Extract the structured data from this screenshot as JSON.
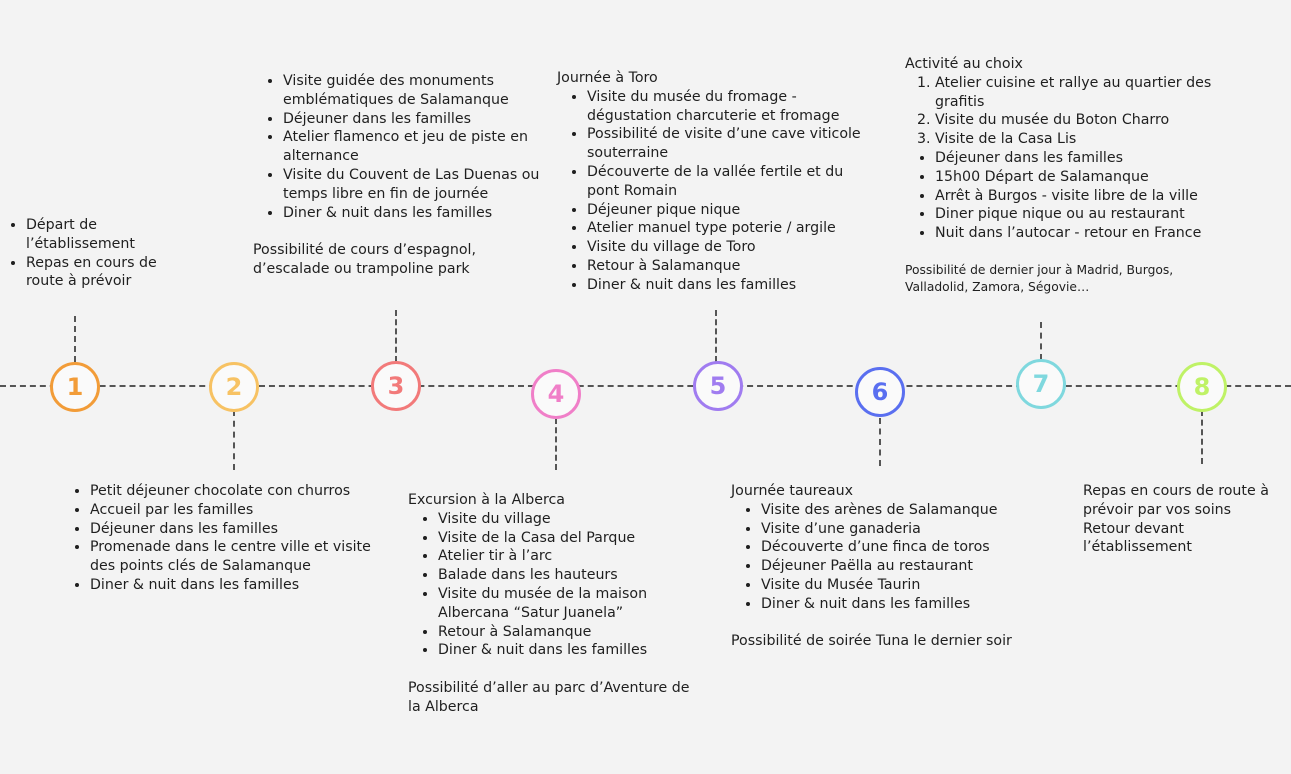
{
  "steps": [
    {
      "number": "1",
      "color": "#f29c38"
    },
    {
      "number": "2",
      "color": "#f7c263"
    },
    {
      "number": "3",
      "color": "#f27a7a"
    },
    {
      "number": "4",
      "color": "#f07fc8"
    },
    {
      "number": "5",
      "color": "#a07cf0"
    },
    {
      "number": "6",
      "color": "#5a6ff0"
    },
    {
      "number": "7",
      "color": "#7fd8de"
    },
    {
      "number": "8",
      "color": "#bff266"
    }
  ],
  "day1": {
    "items": [
      "Départ de l’établissement",
      "Repas en cours de route à prévoir"
    ]
  },
  "day2": {
    "items": [
      "Petit déjeuner chocolate con churros",
      "Accueil par les familles",
      "Déjeuner dans les familles",
      "Promenade dans le centre ville et visite des points clés de Salamanque",
      "Diner & nuit dans les familles"
    ]
  },
  "day3": {
    "items": [
      "Visite guidée des monuments emblématiques de Salamanque",
      "Déjeuner dans les familles",
      "Atelier flamenco et jeu de piste en alternance",
      "Visite du Couvent de Las Duenas ou temps libre en fin de journée",
      "Diner & nuit dans les familles"
    ],
    "note": "Possibilité de cours d’espagnol, d’escalade ou trampoline park"
  },
  "day4": {
    "heading": "Excursion à la Alberca",
    "items": [
      "Visite du village",
      "Visite de la Casa del Parque",
      "Atelier tir à l’arc",
      "Balade dans les hauteurs",
      "Visite du musée de la maison Albercana “Satur Juanela”",
      "Retour à Salamanque",
      "Diner & nuit dans les familles"
    ],
    "note": "Possibilité d’aller au parc d’Aventure de la Alberca"
  },
  "day5": {
    "heading": "Journée à Toro",
    "items": [
      "Visite du musée du fromage - dégustation charcuterie et fromage",
      "Possibilité de visite d’une cave viticole souterraine",
      "Découverte de la vallée fertile et du pont Romain",
      "Déjeuner pique nique",
      "Atelier manuel type poterie / argile",
      "Visite du village de Toro",
      "Retour à Salamanque",
      "Diner & nuit dans les familles"
    ]
  },
  "day6": {
    "heading": "Journée taureaux",
    "items": [
      "Visite des arènes de Salamanque",
      "Visite d’une ganaderia",
      "Découverte d’une finca de toros",
      "Déjeuner Paëlla au restaurant",
      "Visite du Musée Taurin",
      "Diner & nuit dans les familles"
    ],
    "note": "Possibilité de soirée Tuna le dernier soir"
  },
  "day7": {
    "heading": "Activité au choix",
    "options": [
      "Atelier cuisine et rallye au quartier des grafitis",
      "Visite du musée du Boton Charro",
      "Visite de la Casa Lis"
    ],
    "items": [
      "Déjeuner dans les familles",
      "15h00 Départ de Salamanque",
      "Arrêt à Burgos - visite libre de la ville",
      "Diner pique nique ou au restaurant",
      "Nuit dans l’autocar - retour en France"
    ],
    "note": "Possibilité de dernier jour à Madrid, Burgos, Valladolid, Zamora, Ségovie…"
  },
  "day8": {
    "lines": [
      "Repas en cours de route à prévoir par vos soins",
      "Retour devant l’établissement"
    ]
  }
}
